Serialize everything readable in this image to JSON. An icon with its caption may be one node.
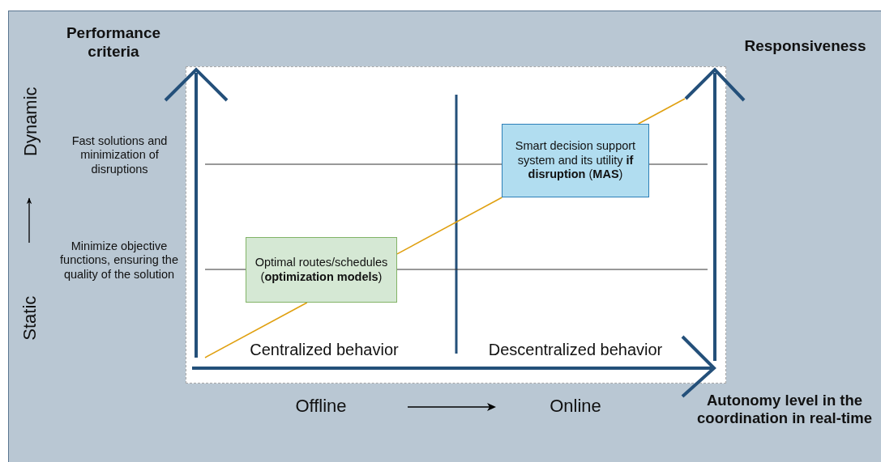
{
  "diagram": {
    "nodes": [
      {
        "text": [
          "Dynamic"
        ]
      },
      {
        "text": [
          "Static"
        ]
      },
      {
        "text": [
          "Optimal routes/schedules (**optimization models**)"
        ]
      },
      {
        "text": [
          "Smart decision support system and its utility **if disruption** (**MAS**)"
        ]
      }
    ],
    "edges": [
      {
        "from": 1,
        "to": 0,
        "arrow": "to",
        "color": "#000000"
      },
      {
        "from": null,
        "to": 2,
        "arrow": "none"
      },
      {
        "from": 2,
        "to": 3,
        "arrow": "none"
      },
      {
        "from": 3,
        "to": null,
        "arrow": "none"
      }
    ],
    "labels": [
      "Performance criteria",
      "Responsiveness",
      "Fast solutions and minimization of disruptions",
      "Minimize objective functions, ensuring the quality of the solution",
      "Centralized behavior",
      "Descentralized behavior",
      "Offline",
      "Online",
      "Autonomy level in the coordination in real-time"
    ]
  }
}
